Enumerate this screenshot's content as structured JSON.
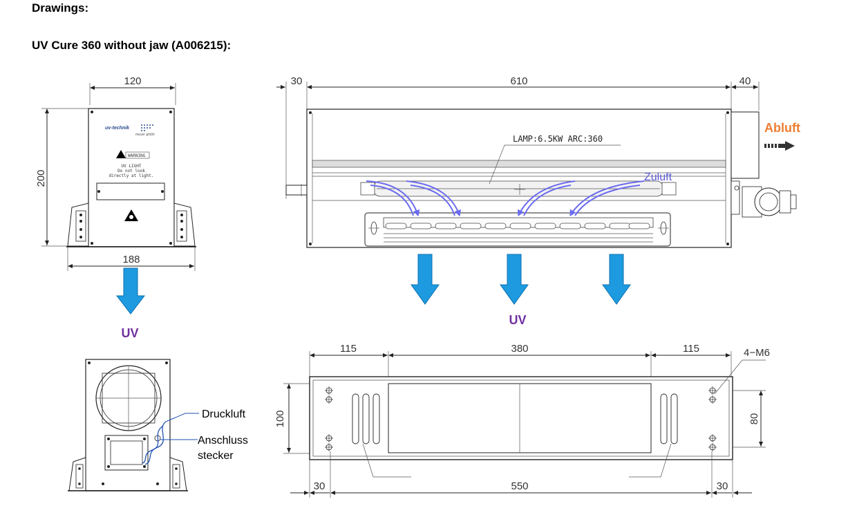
{
  "headings": {
    "drawings": "Drawings:",
    "model": "UV Cure 360 without jaw (A006215):"
  },
  "front_view": {
    "dim_width": "120",
    "dim_height": "200",
    "dim_base": "188",
    "brand": "uv-technik",
    "brand_sub": "meyer gmbh",
    "warning": "WARNING",
    "notice_lines": [
      "UV LIGHT",
      "Do not look",
      "directly at light."
    ]
  },
  "side_view": {
    "dim_left": "30",
    "dim_length": "610",
    "dim_right": "40",
    "lamp_label": "LAMP:6.5KW  ARC:360",
    "abluft": "Abluft",
    "zuluft": "Zuluft"
  },
  "uv_labels": {
    "left": "UV",
    "center": "UV"
  },
  "rear_view": {
    "druckluft": "Druckluft",
    "anschluss_1": "Anschluss",
    "anschluss_2": "stecker"
  },
  "bottom_view": {
    "dim_top_left": "115",
    "dim_top_center": "380",
    "dim_top_right": "115",
    "thread": "4−M6",
    "dim_left_height": "100",
    "dim_right_height": "80",
    "dim_bottom_left": "30",
    "dim_bottom_center": "550",
    "dim_bottom_right": "30"
  },
  "colors": {
    "arrow_blue": "#1e9be0",
    "air_arrow": "#6b6bf0",
    "uv_text": "#7030a0",
    "abluft_text": "#ed7d31"
  }
}
